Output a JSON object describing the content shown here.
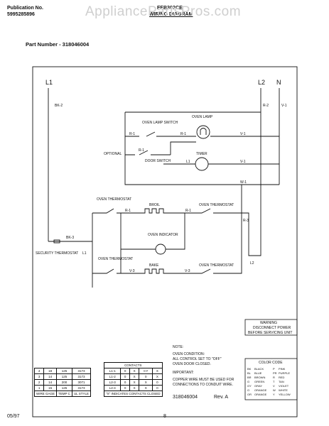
{
  "header": {
    "pub_label": "Publication No.",
    "pub_number": "5995285896",
    "model": "FEB30?CE",
    "title": "WIRING DIAGRAM",
    "part_number": "Part Number - 318046004"
  },
  "watermark": "AppliancePartsPros.com",
  "lines": {
    "l1": "L1",
    "l2": "L2",
    "n": "N"
  },
  "wires": {
    "bk2": "BK-2",
    "r2": "R-2",
    "v1": "V-1",
    "r1": "R-1",
    "r3": "R-3",
    "bk3": "BK-3",
    "l1": "L1",
    "l2": "L2",
    "v3": "V-3",
    "w1": "W-1"
  },
  "components": {
    "oven_lamp_switch": "OVEN LAMP SWITCH",
    "oven_lamp": "OVEN LAMP",
    "optional": "OPTIONAL",
    "door_switch": "DOOR SWITCH",
    "timer": "TIMER",
    "oven_thermostat": "OVEN THERMOSTAT",
    "broil": "BROIL",
    "oven_indicator": "OVEN INDICATOR",
    "bake": "BAKE",
    "security_thermostat": "SECURITY THERMOSTAT"
  },
  "warning": {
    "title": "WARNING",
    "text1": "DISCONNECT POWER",
    "text2": "BEFORE SERVICING UNIT"
  },
  "color_code": {
    "title": "COLOR CODE",
    "rows": [
      [
        "BK",
        "BLACK",
        "P",
        "PINK"
      ],
      [
        "BL",
        "BLUE",
        "PR",
        "PURPLE"
      ],
      [
        "BR",
        "BROWN",
        "R",
        "RED"
      ],
      [
        "G",
        "GREEN",
        "T",
        "TAN"
      ],
      [
        "GY",
        "GRAY",
        "V",
        "VIOLET"
      ],
      [
        "O",
        "ORANGE",
        "W",
        "WHITE"
      ],
      [
        "OR",
        "ORANGE",
        "Y",
        "YELLOW"
      ]
    ]
  },
  "notes": {
    "note_title": "NOTE:",
    "note1": "OVEN CONDITION:",
    "note2": "ALL CONTROL SET TO \"OFF\"",
    "note3": "OVEN DOOR CLOSED.",
    "important_title": "IMPORTANT:",
    "imp1": "COPPER WIRE MUST BE USED FOR",
    "imp2": "CONNECTIONS TO CONDUIT WIRE."
  },
  "wire_table": {
    "headers": [
      "WIRE GAGE",
      "TEMP C",
      "UL STYLE"
    ],
    "rows": [
      [
        "4",
        "18",
        "125",
        "3173"
      ],
      [
        "3",
        "14",
        "125",
        "3173"
      ],
      [
        "2",
        "14",
        "200",
        "3071"
      ],
      [
        "1",
        "15",
        "125",
        "3173"
      ]
    ]
  },
  "contacts_table": {
    "header": "CONTACTS",
    "rows": [
      [
        "L1-1",
        "0",
        "X",
        "CY",
        "X"
      ],
      [
        "L1-2",
        "0",
        "X",
        "0",
        "X"
      ],
      [
        "L2-3",
        "0",
        "X",
        "X",
        "0"
      ],
      [
        "L2-4",
        "0",
        "X",
        "X",
        "0"
      ]
    ],
    "footer": "\"X\" INDICATES CONTACTS CLOSED"
  },
  "footer": {
    "date": "05/97",
    "page": "8",
    "doc_number": "318046004",
    "rev": "Rev. A"
  }
}
